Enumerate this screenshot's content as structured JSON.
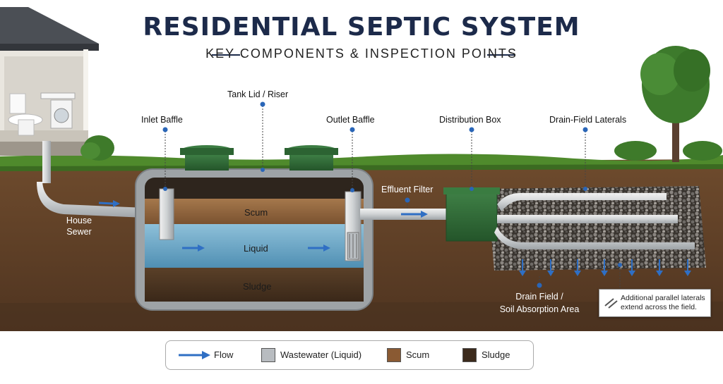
{
  "header": {
    "title": "RESIDENTIAL SEPTIC SYSTEM",
    "subtitle": "KEY COMPONENTS & INSPECTION POINTS"
  },
  "callouts": {
    "tank_lid": "Tank Lid / Riser",
    "inlet_baffle": "Inlet Baffle",
    "outlet_baffle": "Outlet Baffle",
    "distribution_box": "Distribution Box",
    "drain_field_laterals": "Drain-Field Laterals",
    "effluent_filter": "Effluent Filter",
    "house_sewer_line1": "House",
    "house_sewer_line2": "Sewer",
    "drain_field_line1": "Drain Field /",
    "drain_field_line2": "Soil Absorption Area"
  },
  "tank_layers": {
    "scum": "Scum",
    "liquid": "Liquid",
    "sludge": "Sludge"
  },
  "note": {
    "line1": "Additional parallel laterals",
    "line2": "extend across the field."
  },
  "legend": {
    "flow": "Flow",
    "wastewater": "Wastewater (Liquid)",
    "scum": "Scum",
    "sludge": "Sludge"
  },
  "colors": {
    "title": "#1c2a4a",
    "flow_arrow": "#2f6fc4",
    "wastewater_swatch": "#b8bcc0",
    "scum_swatch": "#8a5a33",
    "sludge_swatch": "#3b2a1c",
    "soil": "#6b4a2e",
    "grass": "#4f8a2c",
    "liquid": "#6fa9c8",
    "green_component": "#2f6b34",
    "callout_dot": "#2a66b8"
  }
}
